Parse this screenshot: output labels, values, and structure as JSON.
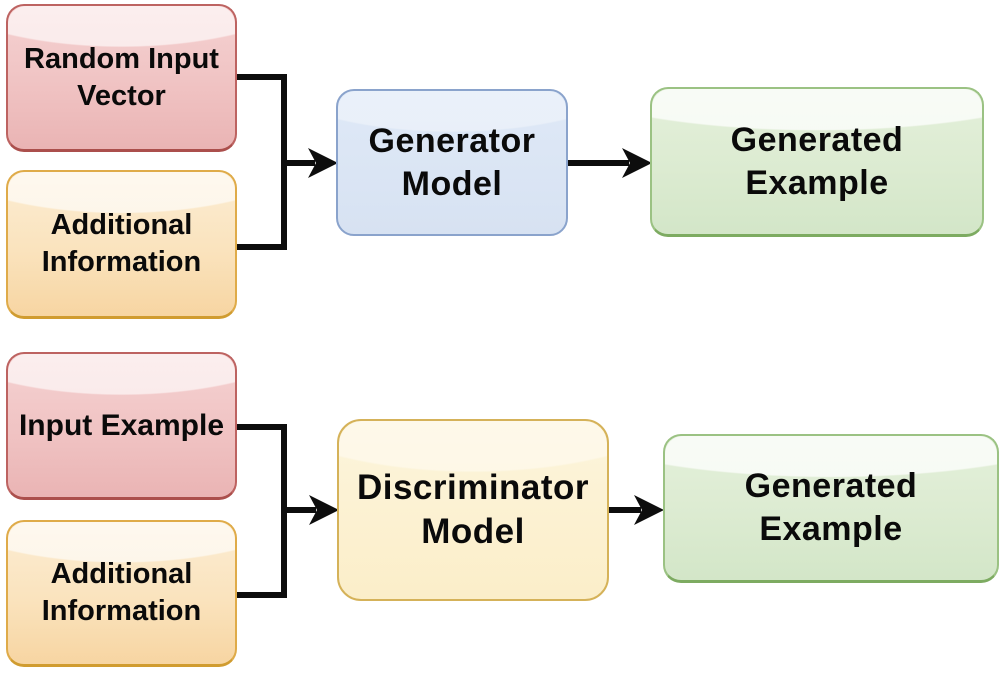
{
  "diagram": {
    "generator_flow": {
      "input_top": "Random Input\nVector",
      "input_bottom": "Additional\nInformation",
      "model": "Generator\nModel",
      "output": "Generated\nExample"
    },
    "discriminator_flow": {
      "input_top": "Input Example",
      "input_bottom": "Additional\nInformation",
      "model": "Discriminator\nModel",
      "output": "Generated\nExample"
    },
    "colors": {
      "pink_fill": "#f0c3c3",
      "pink_border": "#bd6361",
      "orange_fill": "#fae3bd",
      "orange_border": "#dfab49",
      "blue_fill": "#dbe6f5",
      "blue_border": "#8aa3cc",
      "yellow_fill": "#fcf2d3",
      "yellow_border": "#d5b259",
      "green_fill": "#dcebd1",
      "green_border": "#9bc283",
      "connector": "#0d0d0d",
      "text": "#0a0a0a",
      "background": "#ffffff"
    }
  }
}
